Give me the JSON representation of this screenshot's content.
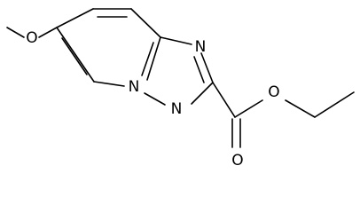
{
  "molecule": {
    "atoms": {
      "o_methoxy": "O",
      "n_bridge": "N",
      "n_top": "N",
      "n_bottom": "N",
      "o_ester": "O",
      "o_carbonyl": "O"
    }
  }
}
